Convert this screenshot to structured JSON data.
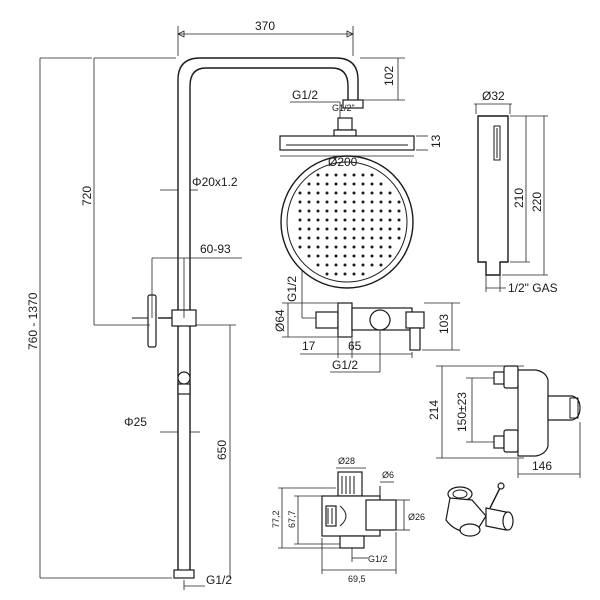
{
  "dimensions": {
    "arm_width": "370",
    "arm_drop": "102",
    "head_inlet_top": "G1/2",
    "head_inlet_small": "G1/2\"",
    "head_diameter": "Ø200",
    "head_thickness": "13",
    "upper_pipe": "Φ20x1.2",
    "upper_height": "720",
    "bracket_range": "60-93",
    "total_height": "760 - 1370",
    "lower_pipe": "Φ25",
    "lower_height": "650",
    "base_thread": "G1/2",
    "handshower_dia": "Ø32",
    "handshower_210": "210",
    "handshower_220": "220",
    "handshower_gas": "1/2\" GAS",
    "mixer_inlet_side": "G1/2",
    "mixer_ø64": "Ø64",
    "mixer_103": "103",
    "mixer_17": "17",
    "mixer_65": "65",
    "mixer_inlet_bottom": "G1/2",
    "valve_214": "214",
    "valve_150": "150±23",
    "valve_146": "146",
    "diverter_ø28": "Ø28",
    "diverter_ø6": "Ø6",
    "diverter_ø26": "Ø26",
    "diverter_772": "77,2",
    "diverter_677": "67,7",
    "diverter_g12": "G1/2",
    "diverter_695": "69,5"
  }
}
